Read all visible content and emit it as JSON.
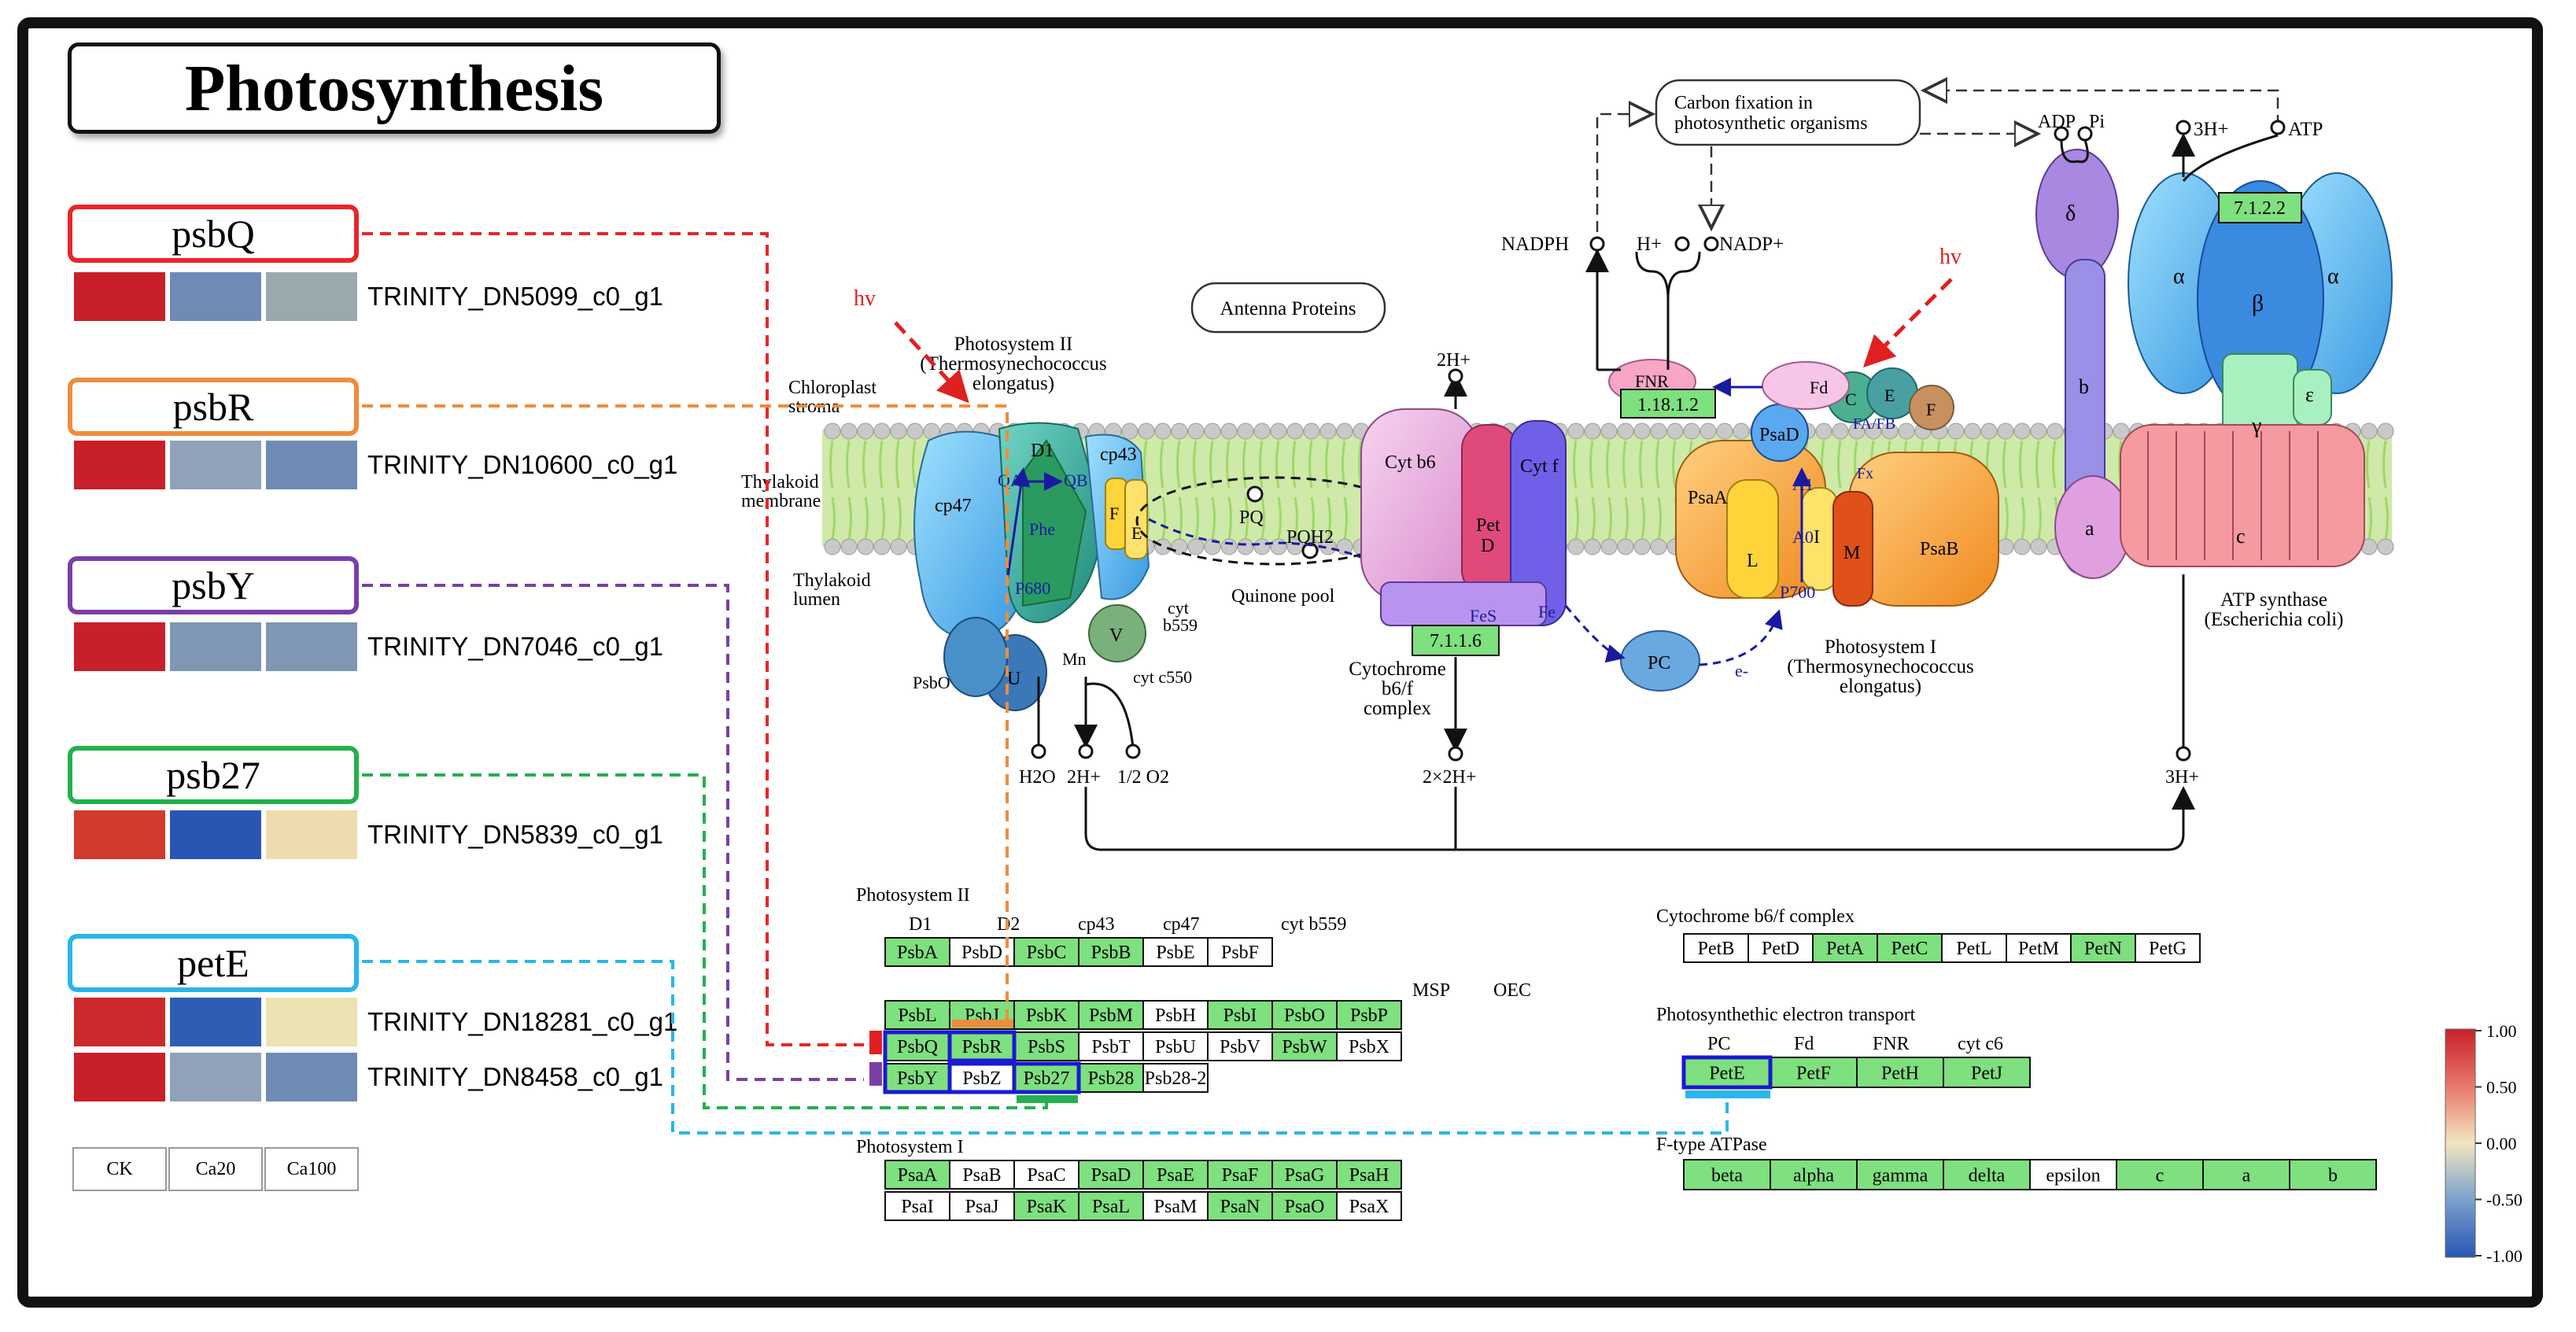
{
  "title": "Photosynthesis",
  "genes": [
    {
      "label": "psbQ",
      "color": "#e8262a",
      "rows": [
        {
          "id": "TRINITY_DN5099_c0_g1",
          "cells": [
            "#c8202a",
            "#6f8bb5",
            "#9aa9ad"
          ]
        }
      ]
    },
    {
      "label": "psbR",
      "color": "#ef8c3c",
      "rows": [
        {
          "id": "TRINITY_DN10600_c0_g1",
          "cells": [
            "#c8202a",
            "#8fa2b7",
            "#6f8bb5"
          ]
        }
      ]
    },
    {
      "label": "psbY",
      "color": "#7b3fa5",
      "rows": [
        {
          "id": "TRINITY_DN7046_c0_g1",
          "cells": [
            "#c8202a",
            "#7f96b5",
            "#7f96b5"
          ]
        }
      ]
    },
    {
      "label": "psb27",
      "color": "#23b14d",
      "rows": [
        {
          "id": "TRINITY_DN5839_c0_g1",
          "cells": [
            "#d23a2e",
            "#2a55b3",
            "#efdcae"
          ]
        }
      ]
    },
    {
      "label": "petE",
      "color": "#29b6e8",
      "rows": [
        {
          "id": "TRINITY_DN18281_c0_g1",
          "cells": [
            "#cc2a2c",
            "#2f5db2",
            "#ece2b2"
          ]
        },
        {
          "id": "TRINITY_DN8458_c0_g1",
          "cells": [
            "#c8202a",
            "#8fa2b7",
            "#6f8bb5"
          ]
        }
      ]
    }
  ],
  "conditions": [
    "CK",
    "Ca20",
    "Ca100"
  ],
  "colorbar": {
    "ticks": [
      "1.00",
      "0.50",
      "0.00",
      "-0.50",
      "-1.00"
    ],
    "colors": [
      "#c8202a",
      "#f2dca8",
      "#2a55b3"
    ]
  },
  "labels": {
    "hv": "hv",
    "chloroplast_stroma": "Chloroplast\nstroma",
    "thylakoid_membrane": "Thylakoid\nmembrane",
    "thylakoid_lumen": "Thylakoid\nlumen",
    "ps2_title": "Photosystem II\n(Thermosynechococcus\nelongatus)",
    "antenna": "Antenna Proteins",
    "quinone_pool": "Quinone pool",
    "cyt_b6f": "Cytochrome\nb6/f\ncomplex",
    "ps1_title": "Photosystem I\n(Thermosynechococcus\nelongatus)",
    "atp_synthase": "ATP synthase\n(Escherichia coli)",
    "carbon_fixation": "Carbon fixation in\nphotosynthetic organisms",
    "nadph": "NADPH",
    "hplus": "H+",
    "nadp": "NADP+",
    "adp": "ADP",
    "pi": "Pi",
    "h3plus": "3H+",
    "atp": "ATP",
    "h2plus": "2H+",
    "h22plus": "2×2H+",
    "h2o": "H2O",
    "o2": "1/2 O2",
    "mn": "Mn",
    "psbo": "PsbO",
    "cytc550": "cyt c550",
    "pc": "PC",
    "eminus": "e-"
  },
  "protein_labels": {
    "cp47": "cp47",
    "d1": "D1",
    "cp43": "cp43",
    "qa": "QA",
    "qb": "QB",
    "phe": "Phe",
    "p680": "P680",
    "f": "F",
    "e": "E",
    "u": "U",
    "v": "V",
    "cyt": "cyt\nb559",
    "pq": "PQ",
    "pqh2": "PQH2",
    "cytb6": "Cyt b6",
    "pet": "Pet\nD",
    "cytf": "Cyt f",
    "fes": "FeS",
    "fe": "Fe",
    "fnr": "FNR",
    "fd": "Fd",
    "psaa": "PsaA",
    "psad": "PsaD",
    "c": "C",
    "e2": "E",
    "f2": "F",
    "fafb": "FA/FB",
    "fx": "Fx",
    "a1": "A1",
    "a0": "A0",
    "l": "L",
    "i": "I",
    "m": "M",
    "psab": "PsaB",
    "p700": "P700",
    "delta": "δ",
    "alpha": "α",
    "beta": "β",
    "epsilon": "ε",
    "gamma": "γ",
    "b": "b",
    "a": "a",
    "cc": "c"
  },
  "ec": {
    "ec1": "1.18.1.2",
    "ec2": "7.1.2.2",
    "ec3": "7.1.1.6"
  },
  "tables": {
    "ps2": {
      "title": "Photosystem II",
      "headers1": [
        "D1",
        "D2",
        "cp43",
        "cp47",
        "cyt b559"
      ],
      "row1": [
        {
          "t": "PsbA",
          "g": 1
        },
        {
          "t": "PsbD",
          "g": 0
        },
        {
          "t": "PsbC",
          "g": 1
        },
        {
          "t": "PsbB",
          "g": 1
        },
        {
          "t": "PsbE",
          "g": 0
        },
        {
          "t": "PsbF",
          "g": 0
        }
      ],
      "headers2": [
        "MSP",
        "OEC"
      ],
      "row2": [
        {
          "t": "PsbL",
          "g": 1
        },
        {
          "t": "PsbJ",
          "g": 1
        },
        {
          "t": "PsbK",
          "g": 1
        },
        {
          "t": "PsbM",
          "g": 1
        },
        {
          "t": "PsbH",
          "g": 0
        },
        {
          "t": "PsbI",
          "g": 1
        },
        {
          "t": "PsbO",
          "g": 1
        },
        {
          "t": "PsbP",
          "g": 1
        }
      ],
      "row3": [
        {
          "t": "PsbQ",
          "g": 1
        },
        {
          "t": "PsbR",
          "g": 1
        },
        {
          "t": "PsbS",
          "g": 1
        },
        {
          "t": "PsbT",
          "g": 0
        },
        {
          "t": "PsbU",
          "g": 0
        },
        {
          "t": "PsbV",
          "g": 0
        },
        {
          "t": "PsbW",
          "g": 1
        },
        {
          "t": "PsbX",
          "g": 0
        }
      ],
      "row4": [
        {
          "t": "PsbY",
          "g": 1
        },
        {
          "t": "PsbZ",
          "g": 0
        },
        {
          "t": "Psb27",
          "g": 1
        },
        {
          "t": "Psb28",
          "g": 1
        },
        {
          "t": "Psb28-2",
          "g": 0
        }
      ]
    },
    "ps1": {
      "title": "Photosystem I",
      "row1": [
        {
          "t": "PsaA",
          "g": 1
        },
        {
          "t": "PsaB",
          "g": 0
        },
        {
          "t": "PsaC",
          "g": 0
        },
        {
          "t": "PsaD",
          "g": 1
        },
        {
          "t": "PsaE",
          "g": 1
        },
        {
          "t": "PsaF",
          "g": 1
        },
        {
          "t": "PsaG",
          "g": 1
        },
        {
          "t": "PsaH",
          "g": 1
        }
      ],
      "row2": [
        {
          "t": "PsaI",
          "g": 0
        },
        {
          "t": "PsaJ",
          "g": 0
        },
        {
          "t": "PsaK",
          "g": 1
        },
        {
          "t": "PsaL",
          "g": 1
        },
        {
          "t": "PsaM",
          "g": 0
        },
        {
          "t": "PsaN",
          "g": 1
        },
        {
          "t": "PsaO",
          "g": 1
        },
        {
          "t": "PsaX",
          "g": 0
        }
      ]
    },
    "cyt": {
      "title": "Cytochrome b6/f complex",
      "row1": [
        {
          "t": "PetB",
          "g": 0
        },
        {
          "t": "PetD",
          "g": 0
        },
        {
          "t": "PetA",
          "g": 1
        },
        {
          "t": "PetC",
          "g": 1
        },
        {
          "t": "PetL",
          "g": 0
        },
        {
          "t": "PetM",
          "g": 0
        },
        {
          "t": "PetN",
          "g": 1
        },
        {
          "t": "PetG",
          "g": 0
        }
      ]
    },
    "pet": {
      "title": "Photosynthethic electron transport",
      "headers": [
        "PC",
        "Fd",
        "FNR",
        "cyt c6"
      ],
      "row1": [
        {
          "t": "PetE",
          "g": 1
        },
        {
          "t": "PetF",
          "g": 1
        },
        {
          "t": "PetH",
          "g": 1
        },
        {
          "t": "PetJ",
          "g": 1
        }
      ]
    },
    "atp": {
      "title": "F-type ATPase",
      "row1": [
        {
          "t": "beta",
          "g": 1
        },
        {
          "t": "alpha",
          "g": 1
        },
        {
          "t": "gamma",
          "g": 1
        },
        {
          "t": "delta",
          "g": 1
        },
        {
          "t": "epsilon",
          "g": 0
        },
        {
          "t": "c",
          "g": 1
        },
        {
          "t": "a",
          "g": 1
        },
        {
          "t": "b",
          "g": 1
        }
      ]
    }
  },
  "colors": {
    "green": "#7ee07e",
    "membrane": "#9fd86a",
    "lipid": "#c9c9c9"
  }
}
